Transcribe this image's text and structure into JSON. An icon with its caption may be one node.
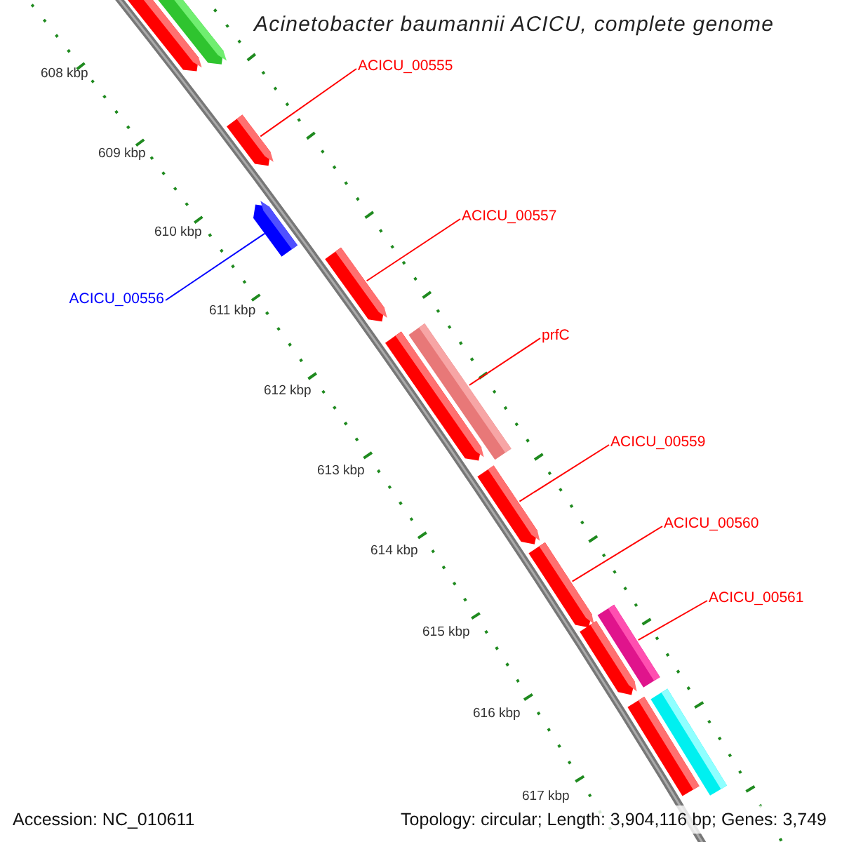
{
  "diagram": {
    "title": "Acinetobacter baumannii ACICU, complete genome",
    "nodes": [
      {
        "text": [],
        "shape": "bar"
      },
      {
        "text": [],
        "shape": "bar"
      },
      {
        "text": [],
        "shape": "bar"
      },
      {
        "text": [],
        "shape": "bar"
      },
      {
        "text": [],
        "shape": "bar"
      },
      {
        "text": [],
        "shape": "bar"
      },
      {
        "text": [],
        "shape": "bar"
      },
      {
        "text": [],
        "shape": "bar"
      },
      {
        "text": [],
        "shape": "bar"
      },
      {
        "text": [],
        "shape": "bar"
      },
      {
        "text": [],
        "shape": "bar"
      },
      {
        "text": [],
        "shape": "bar"
      },
      {
        "text": [],
        "shape": "bar"
      },
      {
        "text": [
          "ACICU_00555"
        ]
      },
      {
        "text": [
          "ACICU_00556"
        ]
      },
      {
        "text": [
          "ACICU_00557"
        ]
      },
      {
        "text": [
          "prfC"
        ]
      },
      {
        "text": [
          "ACICU_00559"
        ]
      },
      {
        "text": [
          "ACICU_00560"
        ]
      },
      {
        "text": [
          "ACICU_00561"
        ]
      }
    ],
    "edges": [
      {
        "from": 13,
        "to": 2,
        "arrow": "none"
      },
      {
        "from": 14,
        "to": 3,
        "arrow": "none",
        "color": "#0000ff"
      },
      {
        "from": 15,
        "to": 4,
        "arrow": "none"
      },
      {
        "from": 16,
        "to": 6,
        "arrow": "none"
      },
      {
        "from": 17,
        "to": 7,
        "arrow": "none"
      },
      {
        "from": 18,
        "to": 8,
        "arrow": "none"
      },
      {
        "from": 19,
        "to": 9,
        "arrow": "none"
      }
    ],
    "labels": [
      "608 kbp",
      "609 kbp",
      "610 kbp",
      "611 kbp",
      "612 kbp",
      "613 kbp",
      "614 kbp",
      "615 kbp",
      "616 kbp",
      "617 kbp",
      "Accession: NC_010611",
      "Topology: circular; Length: 3,904,116 bp; Genes: 3,749"
    ]
  }
}
